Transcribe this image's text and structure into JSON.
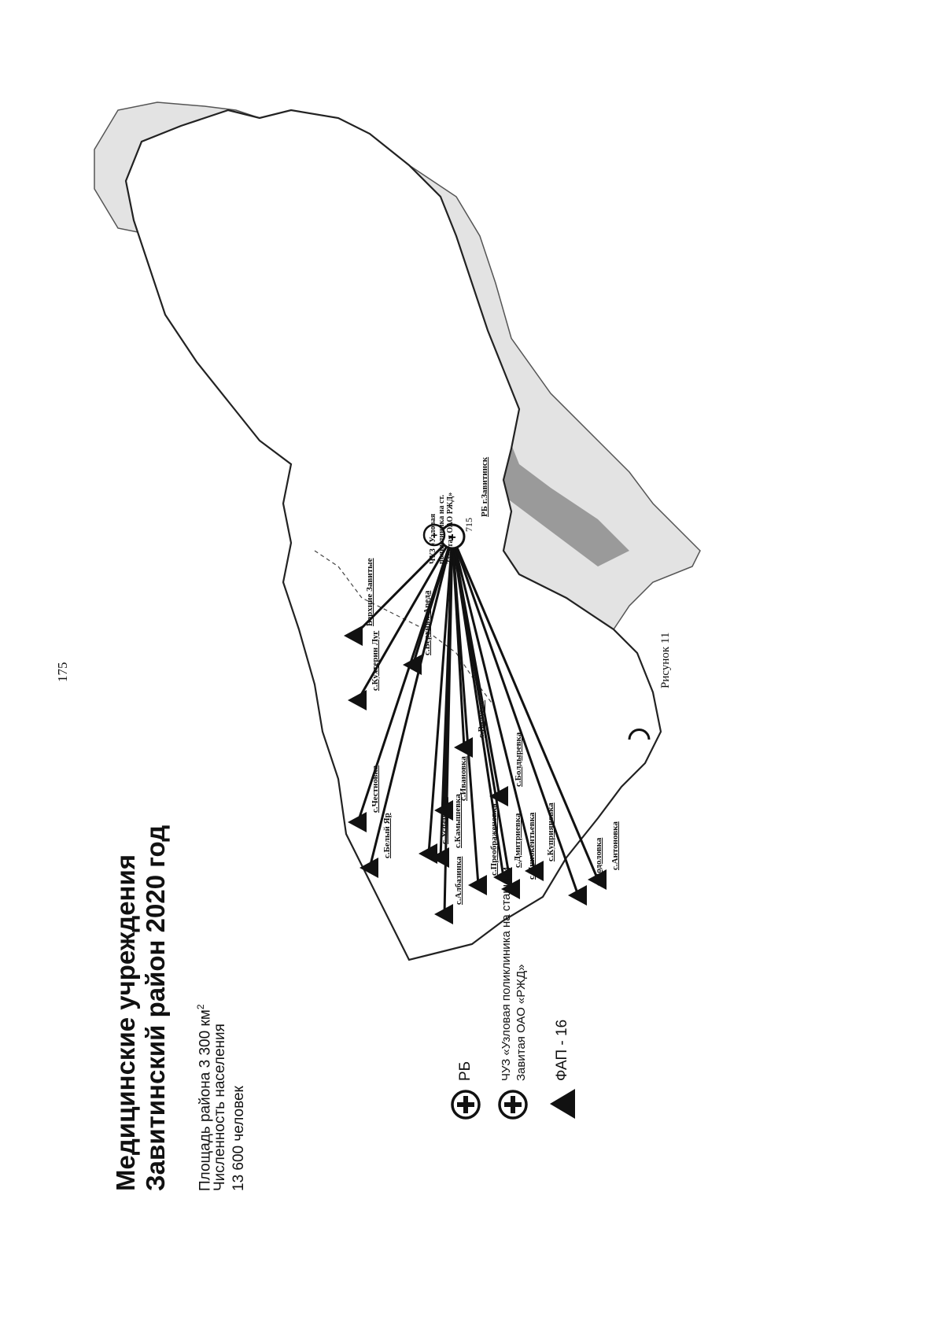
{
  "page_number": "175",
  "title_line1": "Медицинские учреждения",
  "title_line2": "Завитинский район 2020 год",
  "stats": {
    "area": "Площадь района 3 300  км",
    "area_sup": "2",
    "population_label": "Численность населения",
    "population_value": "13 600 человек"
  },
  "legend": {
    "rb": "РБ",
    "chuz_line1": "ЧУЗ «Узловая поликлиника на станции",
    "chuz_line2": "Завитая ОАО «РЖД»",
    "fap": "ФАП - 16"
  },
  "caption": "Рисунок 11",
  "villages": [
    "с.Белый Яр",
    "с.Успеновка",
    "с.Куприяновка",
    "с.Антоновка",
    "с.Иннокентьевка",
    "с.Подоловка",
    "с.Дмитриевка",
    "с.Преображеновка",
    "с.Валуево",
    "с.Верхняя Ареда",
    "с.Кухтерин Луг",
    "с.Албазинка",
    "с.Камышевка",
    "с.Честновка",
    "с.Болдыревка",
    "с.Ивановка",
    "Верхние Завитые"
  ],
  "map_labels": {
    "rb_label": "РБ г.Завитинск",
    "chuz_label": "ЧУЗ «Узловая поликлиника на ст. Завитая ОАО РЖД»",
    "number": "715"
  },
  "colors": {
    "ink": "#111111",
    "region_fill": "#ffffff",
    "neighbor_fill": "#e6e6e6",
    "neighbor_dark": "#9a9a9a"
  }
}
